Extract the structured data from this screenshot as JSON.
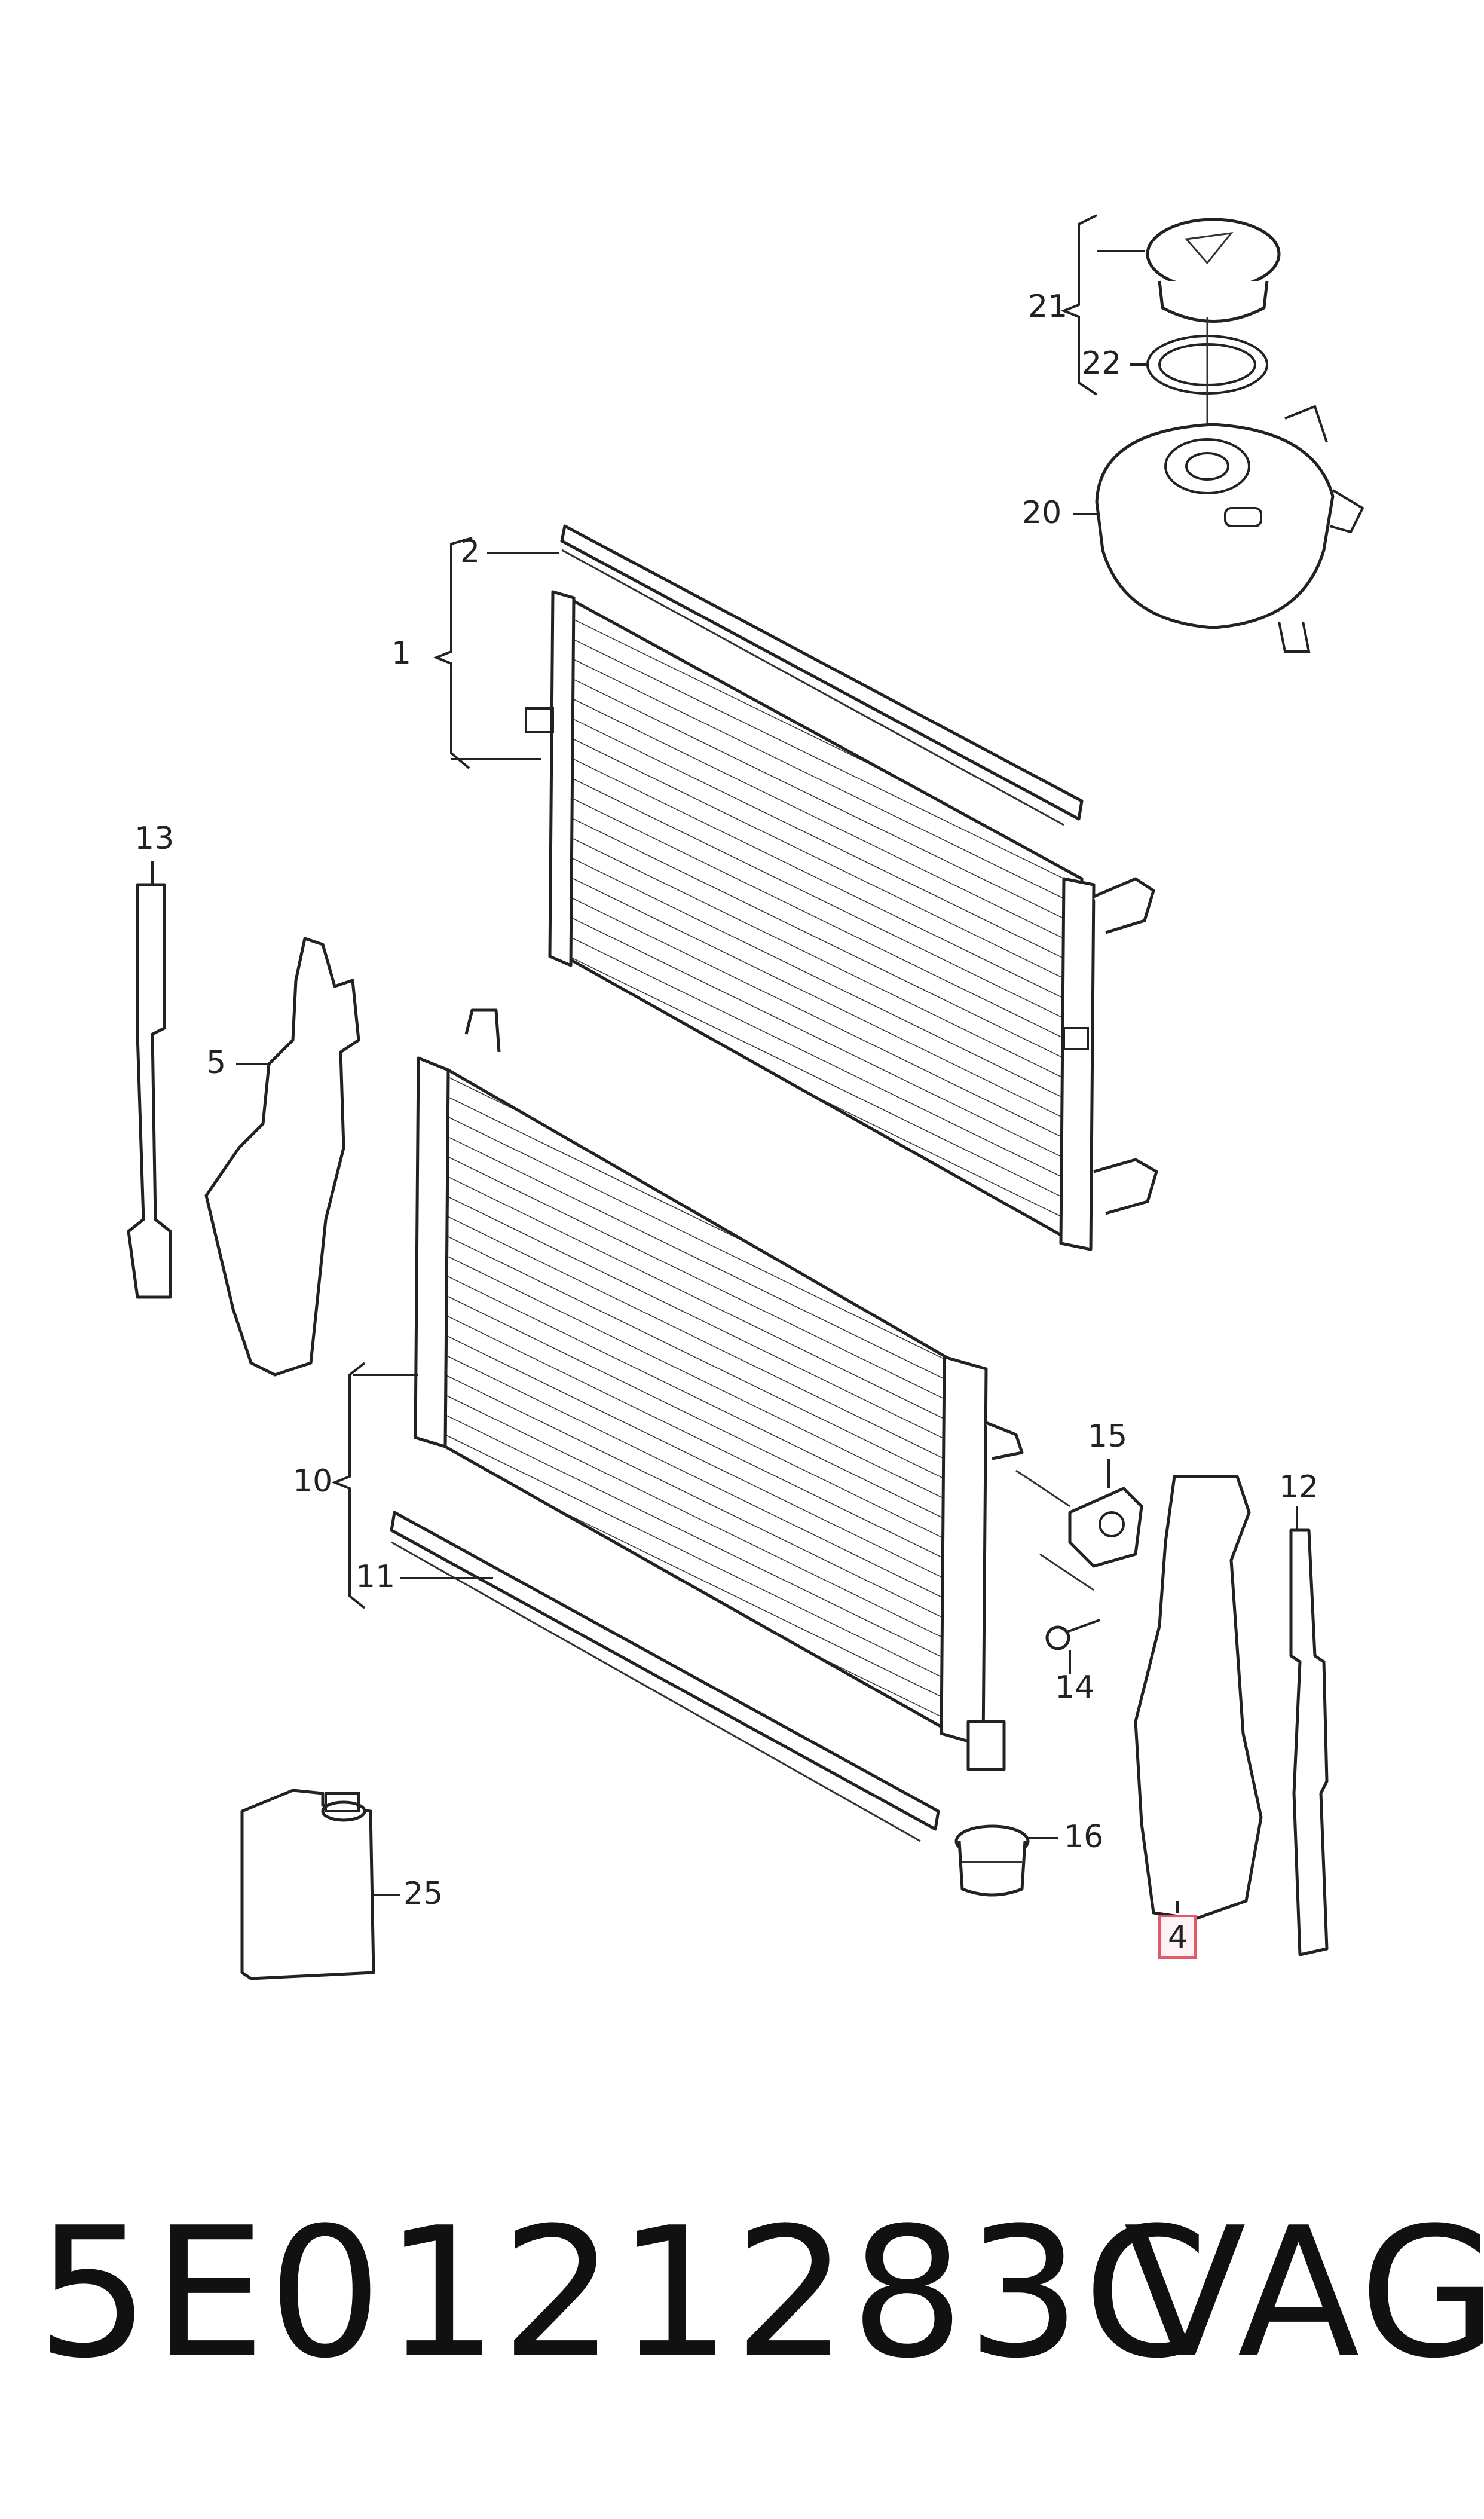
{
  "part_number": "5E0121283C",
  "brand": "VAG",
  "highlight_color": "#e05a6a",
  "callouts": {
    "c1": "1",
    "c2": "2",
    "c4": "4",
    "c5": "5",
    "c10": "10",
    "c11": "11",
    "c12": "12",
    "c13": "13",
    "c14": "14",
    "c15": "15",
    "c16": "16",
    "c20": "20",
    "c21": "21",
    "c22": "22",
    "c25": "25"
  }
}
